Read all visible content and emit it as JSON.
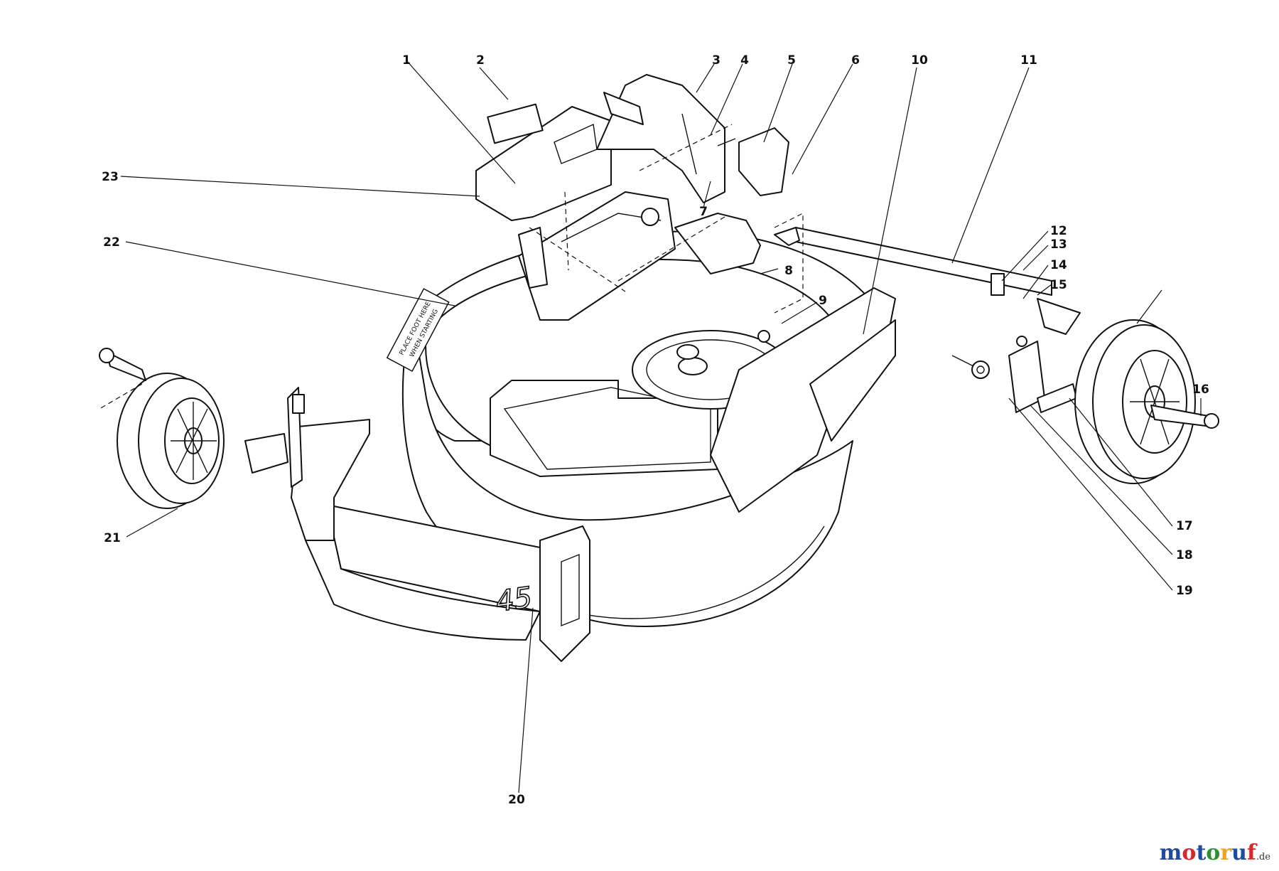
{
  "diagram": {
    "callouts": [
      "1",
      "2",
      "3",
      "4",
      "5",
      "6",
      "7",
      "8",
      "9",
      "10",
      "11",
      "12",
      "13",
      "14",
      "15",
      "16",
      "17",
      "18",
      "19",
      "20",
      "21",
      "22",
      "23"
    ],
    "deck_size_mark": "45",
    "decal_text": [
      "PLACE FOOT HERE",
      "WHEN STARTING"
    ]
  },
  "watermark": {
    "text": "motoruf",
    "suffix": ".de",
    "colors": [
      "#1f4aa3",
      "#d8262b",
      "#1f4aa3",
      "#2c8f33",
      "#f0a31c",
      "#1f4aa3",
      "#d8262b"
    ]
  }
}
